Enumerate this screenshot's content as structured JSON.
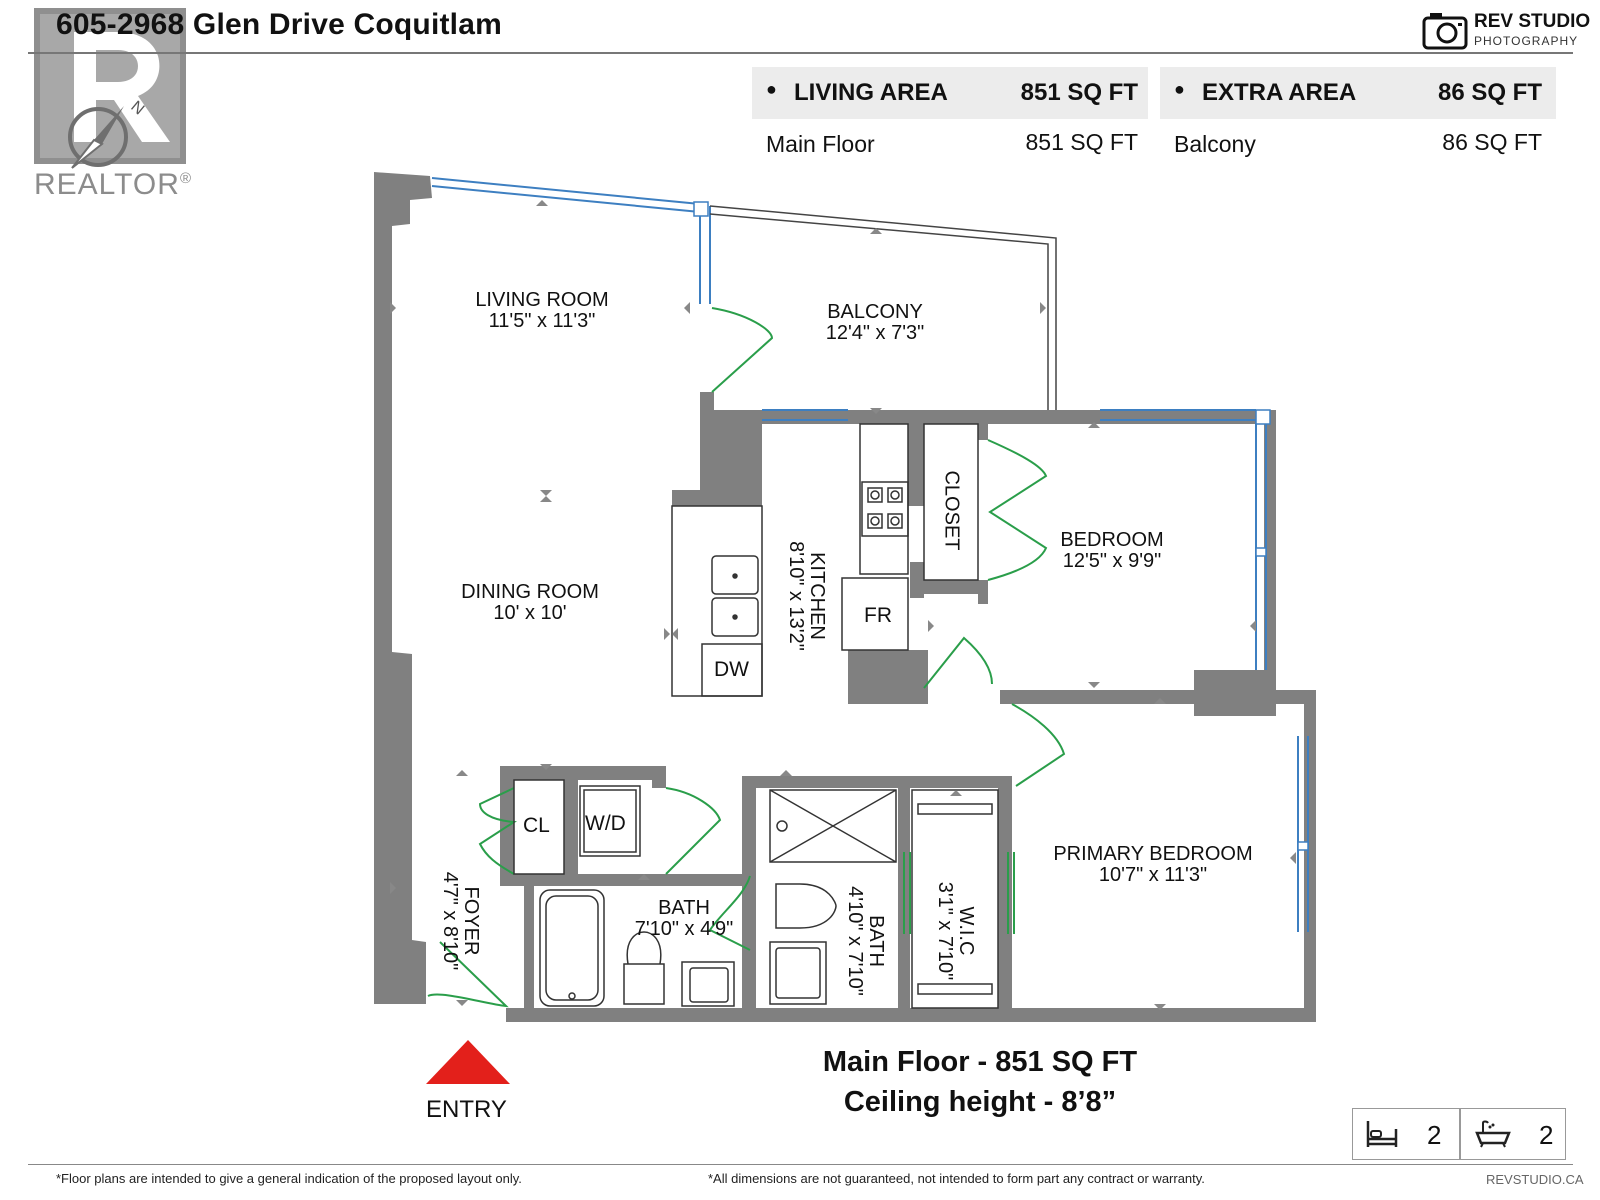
{
  "header": {
    "title": "605-2968 Glen Drive Coquitlam",
    "logo_word": "REV STUDIO",
    "logo_sub": "PHOTOGRAPHY",
    "camera_icon": "camera-icon"
  },
  "realtor_logo": {
    "word": "REALTOR",
    "mark": "®",
    "icon": "realtor-r-logo",
    "compass_icon": "north-compass-icon",
    "north_letter": "N"
  },
  "areas": {
    "living": {
      "bullet": "●",
      "label": "LIVING AREA",
      "total": "851 SQ FT",
      "row_label": "Main Floor",
      "row_value": "851 SQ FT"
    },
    "extra": {
      "bullet": "●",
      "label": "EXTRA AREA",
      "total": "86 SQ FT",
      "row_label": "Balcony",
      "row_value": "86 SQ FT"
    }
  },
  "rooms": {
    "living": {
      "name": "LIVING ROOM",
      "dims": "11'5\" x 11'3\""
    },
    "balcony": {
      "name": "BALCONY",
      "dims": "12'4\" x 7'3\""
    },
    "dining": {
      "name": "DINING ROOM",
      "dims": "10' x 10'"
    },
    "kitchen": {
      "name": "KITCHEN",
      "dims": "8'10\" x 13'2\""
    },
    "closet": {
      "name": "CLOSET"
    },
    "bedroom": {
      "name": "BEDROOM",
      "dims": "12'5\" x 9'9\""
    },
    "primary": {
      "name": "PRIMARY BEDROOM",
      "dims": "10'7\" x 11'3\""
    },
    "foyer": {
      "name": "FOYER",
      "dims": "4'7\" x 8'10\""
    },
    "bath1": {
      "name": "BATH",
      "dims": "7'10\" x 4'9\""
    },
    "bath2": {
      "name": "BATH",
      "dims": "4'10\" x 7'10\""
    },
    "wic": {
      "name": "W.I.C",
      "dims": "3'1\" x 7'10\""
    }
  },
  "fixtures": {
    "cl": "CL",
    "wd": "W/D",
    "fr": "FR",
    "dw": "DW"
  },
  "caption": {
    "line1": "Main Floor - 851 SQ FT",
    "line2": "Ceiling height - 8’8”"
  },
  "entry": {
    "label": "ENTRY",
    "icon": "entry-arrow-icon"
  },
  "counts": {
    "bedrooms": "2",
    "bathrooms": "2",
    "bed_icon": "bed-icon",
    "bath_icon": "bathtub-icon"
  },
  "footer": {
    "left": "*Floor plans are intended to give a general indication of the proposed layout only.",
    "middle": "*All dimensions are not guaranteed, not intended to form part any contract or warranty.",
    "right": "REVSTUDIO.CA"
  },
  "colors": {
    "wall": "#808080",
    "window": "#3d7fc1",
    "door": "#2a9e4a",
    "entry": "#e3201b"
  }
}
